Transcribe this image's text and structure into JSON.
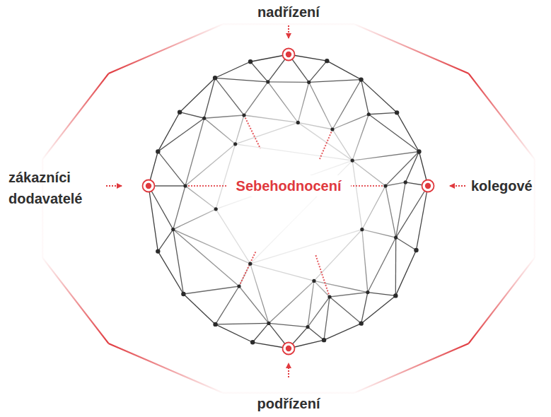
{
  "diagram": {
    "labels": [
      "nadřízení",
      "zákazníci dodavatelé",
      "Sebehodnocení",
      "kolegové",
      "podřízení"
    ]
  }
}
